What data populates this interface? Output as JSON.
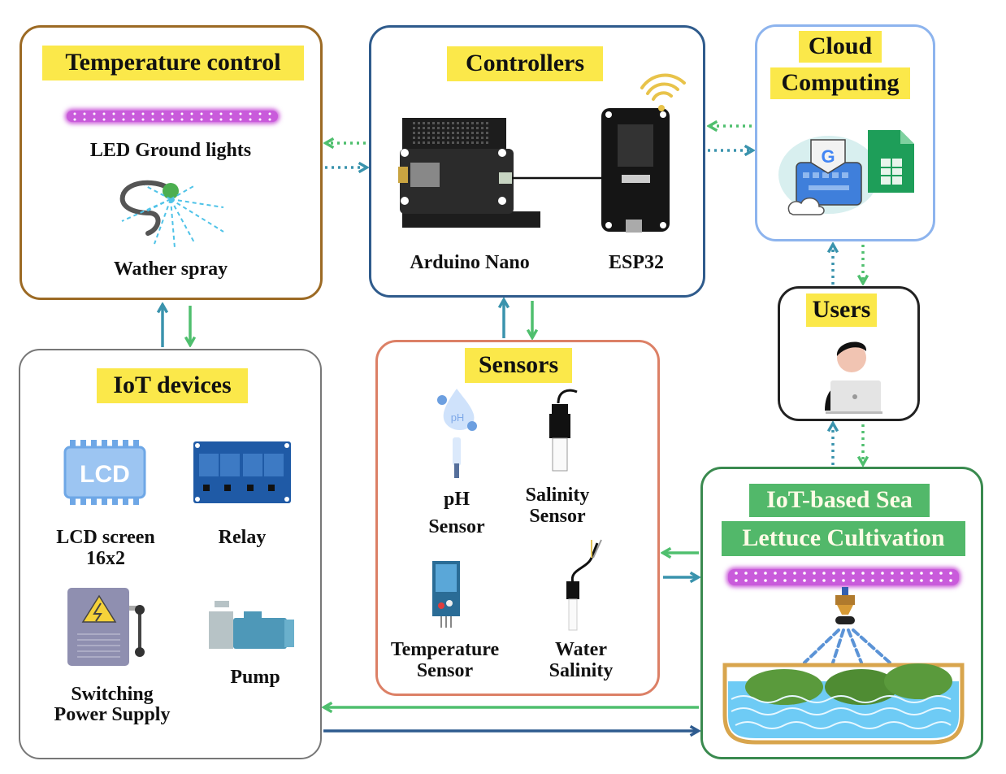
{
  "diagram": {
    "temperature_control": {
      "title": "Temperature control",
      "items": [
        "LED Ground lights",
        "Wather spray"
      ]
    },
    "controllers": {
      "title": "Controllers",
      "items": [
        "Arduino Nano",
        "ESP32"
      ]
    },
    "cloud_computing": {
      "title_line1": "Cloud",
      "title_line2": "Computing"
    },
    "users": {
      "title": "Users"
    },
    "iot_devices": {
      "title": "IoT devices",
      "items": [
        {
          "line1": "LCD screen",
          "line2": "16x2"
        },
        {
          "line1": "Relay",
          "line2": ""
        },
        {
          "line1": "Switching",
          "line2": "Power Supply"
        },
        {
          "line1": "Pump",
          "line2": ""
        }
      ],
      "lcd_icon_text": "LCD"
    },
    "sensors": {
      "title": "Sensors",
      "items": [
        {
          "line1": "pH",
          "line2": "Sensor"
        },
        {
          "line1": "Salinity",
          "line2": "Sensor"
        },
        {
          "line1": "Temperature",
          "line2": "Sensor"
        },
        {
          "line1": "Water",
          "line2": "Salinity"
        }
      ],
      "ph_icon_text": "pH"
    },
    "cultivation": {
      "title_line1": "IoT-based Sea",
      "title_line2": "Lettuce Cultivation"
    },
    "colors": {
      "temperature_border": "#9c6a24",
      "controllers_border": "#2f5b8c",
      "cloud_border": "#8db4ee",
      "users_border": "#222222",
      "iot_border": "#777777",
      "sensors_border": "#dc8066",
      "cultivation_border": "#3a8a4f",
      "title_bg": "#fbe84a",
      "cultivation_title_bg": "#52b86a",
      "arrow_blue": "#3a93ad",
      "arrow_green": "#4fbf6e",
      "arrow_navy": "#2e5b8f"
    }
  }
}
